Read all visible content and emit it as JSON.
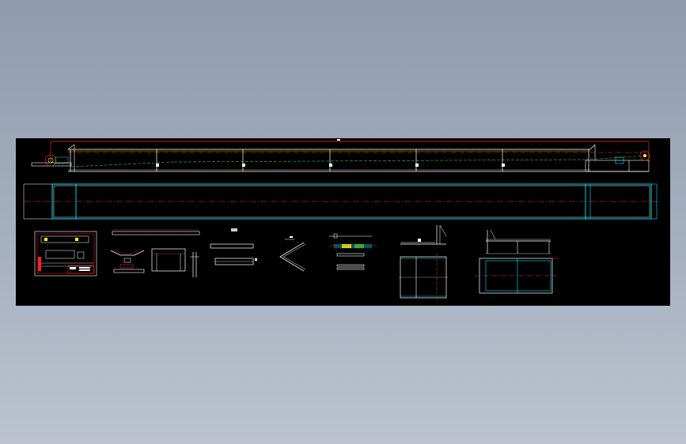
{
  "viewer": {
    "background_color": "#a0abba",
    "sheet_color": "#000000"
  },
  "colors": {
    "outline": "#ffffff",
    "center_line": "#ff3030",
    "hidden_line": "#33cc33",
    "section": "#00e5ff",
    "dimension": "#ffff00",
    "magenta": "#ff00ff",
    "blue": "#3355ff",
    "title_block": "#ff2020"
  },
  "drawing": {
    "views": [
      {
        "name": "conveyor-side-elevation",
        "type": "elevation"
      },
      {
        "name": "conveyor-plan-view",
        "type": "plan"
      },
      {
        "name": "assembly-sheet",
        "type": "detail"
      },
      {
        "name": "idler-and-frame-details",
        "type": "detail"
      },
      {
        "name": "plate-details",
        "type": "detail"
      },
      {
        "name": "cover-bracket-detail",
        "type": "detail"
      },
      {
        "name": "roller-details",
        "type": "detail"
      },
      {
        "name": "tail-frame-detail",
        "type": "detail"
      },
      {
        "name": "drive-frame-detail",
        "type": "detail"
      }
    ],
    "legible_text": []
  }
}
